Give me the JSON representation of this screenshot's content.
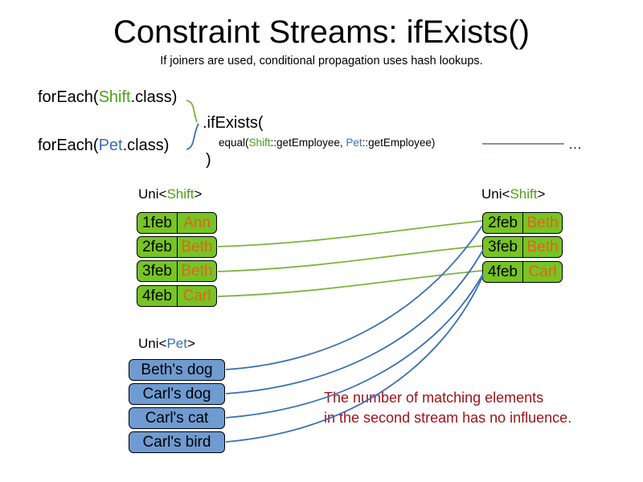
{
  "slide": {
    "title": "Constraint Streams: ifExists()",
    "subtitle": "If joiners are used, conditional propagation uses hash lookups."
  },
  "code": {
    "foreach_shift_pre": "forEach(",
    "foreach_shift_type": "Shift",
    "foreach_shift_post": ".class)",
    "foreach_pet_pre": "forEach(",
    "foreach_pet_type": "Pet",
    "foreach_pet_post": ".class)",
    "if_exists": ".ifExists(",
    "equal_pre": "equal(",
    "equal_left_type": "Shift",
    "equal_left_method": "::getEmployee, ",
    "equal_right_type": "Pet",
    "equal_right_method": "::getEmployee)",
    "close_paren": ")",
    "ellipsis": "…"
  },
  "streams": {
    "left_shift": {
      "header_pre": "Uni<",
      "header_type": "Shift",
      "header_post": ">",
      "rows": [
        {
          "date": "1feb",
          "name": "Ann"
        },
        {
          "date": "2feb",
          "name": "Beth"
        },
        {
          "date": "3feb",
          "name": "Beth"
        },
        {
          "date": "4feb",
          "name": "Carl"
        }
      ]
    },
    "right_shift": {
      "header_pre": "Uni<",
      "header_type": "Shift",
      "header_post": ">",
      "rows": [
        {
          "date": "2feb",
          "name": "Beth"
        },
        {
          "date": "3feb",
          "name": "Beth"
        },
        {
          "date": "4feb",
          "name": "Carl"
        }
      ]
    },
    "left_pet": {
      "header_pre": "Uni<",
      "header_type": "Pet",
      "header_post": ">",
      "rows": [
        {
          "label": "Beth's dog"
        },
        {
          "label": "Carl's dog"
        },
        {
          "label": "Carl's cat"
        },
        {
          "label": "Carl's bird"
        }
      ]
    }
  },
  "caption": {
    "line1": "The number of matching elements",
    "line2": "in the second stream has no influence."
  },
  "colors": {
    "shift_green": "#4BA013",
    "box_green": "#76C425",
    "pet_blue": "#3A6FB5",
    "box_blue": "#6E9BD1",
    "name_orange": "#E8601C",
    "caption_red": "#A21218",
    "wire_green": "#7CB43C",
    "wire_blue": "#3A6FB5",
    "rule_purple": "#8B7699",
    "outline_black": "#000000"
  }
}
